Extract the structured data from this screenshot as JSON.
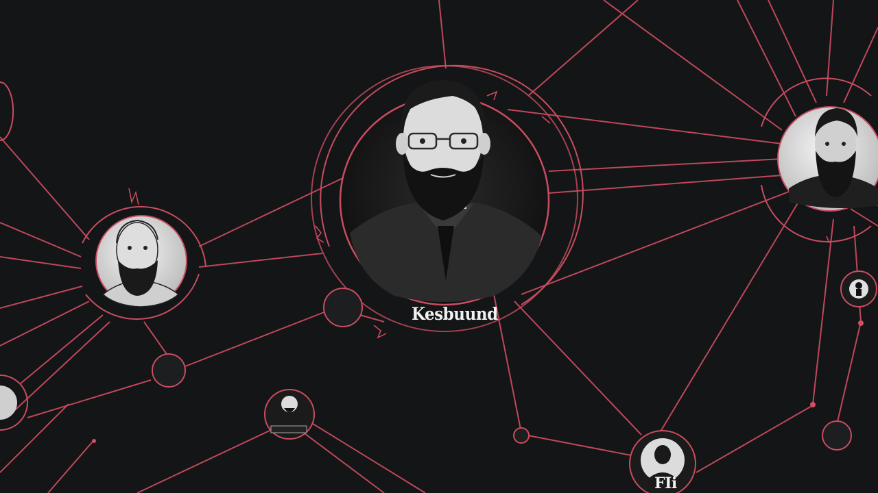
{
  "labels": {
    "central": "Kesbuund",
    "bottom_right": "FIi"
  },
  "colors": {
    "background": "#141516",
    "edge": "#d14e63",
    "node_dark": "#1d1e1f",
    "node_ring": "#c94d61",
    "portrait_light": "#e9e9e9"
  },
  "icons": {
    "central_node": "bearded-man-with-glasses-portrait",
    "right_node": "bearded-man-portrait",
    "left_node": "bearded-man-sketch-portrait",
    "small_nodes": "person-silhouette-icon"
  }
}
